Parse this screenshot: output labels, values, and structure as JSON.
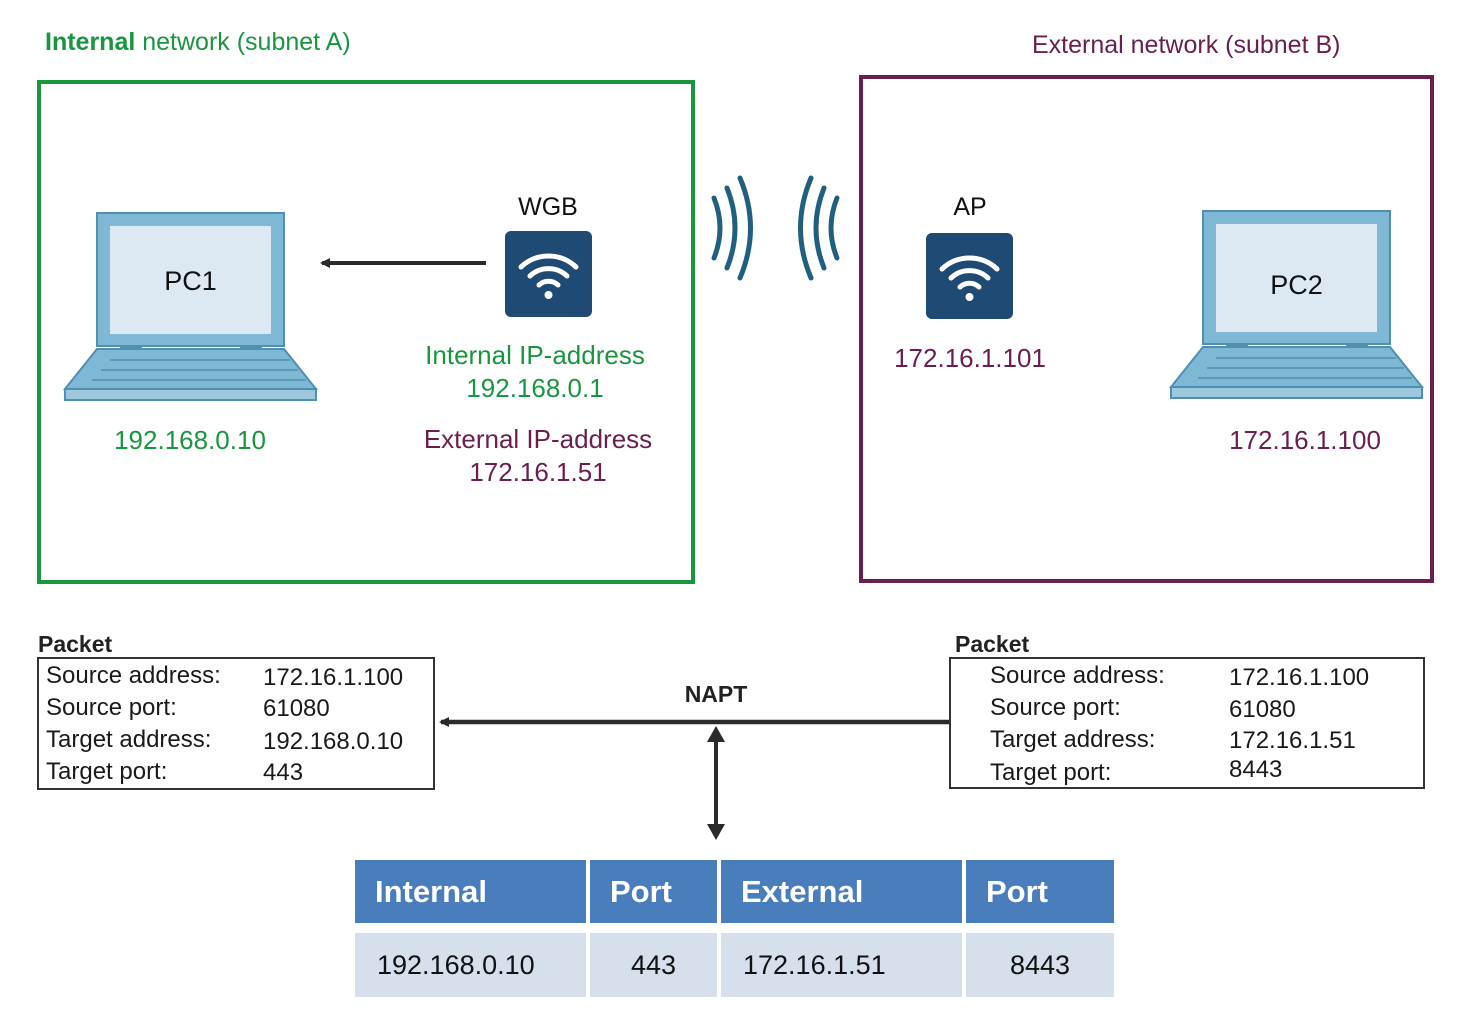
{
  "colors": {
    "internal": "#1a9641",
    "external": "#6b1f4e",
    "device": "#1e4a73",
    "signal": "#1f5f80",
    "laptop": "#7fb8d4",
    "table_header": "#4a7dbb",
    "table_body": "#d6dfec"
  },
  "internal_net": {
    "label_bold": "Internal",
    "label_rest": " network  (subnet A)"
  },
  "external_net": {
    "label": "External  network  (subnet B)"
  },
  "pc1": {
    "name": "PC1",
    "ip": "192.168.0.10"
  },
  "pc2": {
    "name": "PC2",
    "ip": "172.16.1.100"
  },
  "wgb": {
    "name": "WGB",
    "icon": "wifi-icon",
    "internal_label": "Internal IP-address",
    "internal_ip": "192.168.0.1",
    "external_label": "External IP-address",
    "external_ip": "172.16.1.51"
  },
  "ap": {
    "name": "AP",
    "icon": "wifi-icon",
    "ip": "172.16.1.101"
  },
  "napt": {
    "label": "NAPT"
  },
  "packet_left": {
    "title": "Packet",
    "rows": [
      {
        "key": "Source address:",
        "value": "172.16.1.100"
      },
      {
        "key": "Source port:",
        "value": "61080"
      },
      {
        "key": "Target address:",
        "value": "192.168.0.10"
      },
      {
        "key": "Target port:",
        "value": "443"
      }
    ]
  },
  "packet_right": {
    "title": "Packet",
    "rows": [
      {
        "key": "Source address:",
        "value": "172.16.1.100"
      },
      {
        "key": "Source port:",
        "value": "61080"
      },
      {
        "key": "Target address:",
        "value": "172.16.1.51"
      },
      {
        "key": "Target port:",
        "value": "8443"
      }
    ]
  },
  "napt_table": {
    "headers": [
      "Internal",
      "Port",
      "External",
      "Port"
    ],
    "row": [
      "192.168.0.10",
      "443",
      "172.16.1.51",
      "8443"
    ]
  }
}
